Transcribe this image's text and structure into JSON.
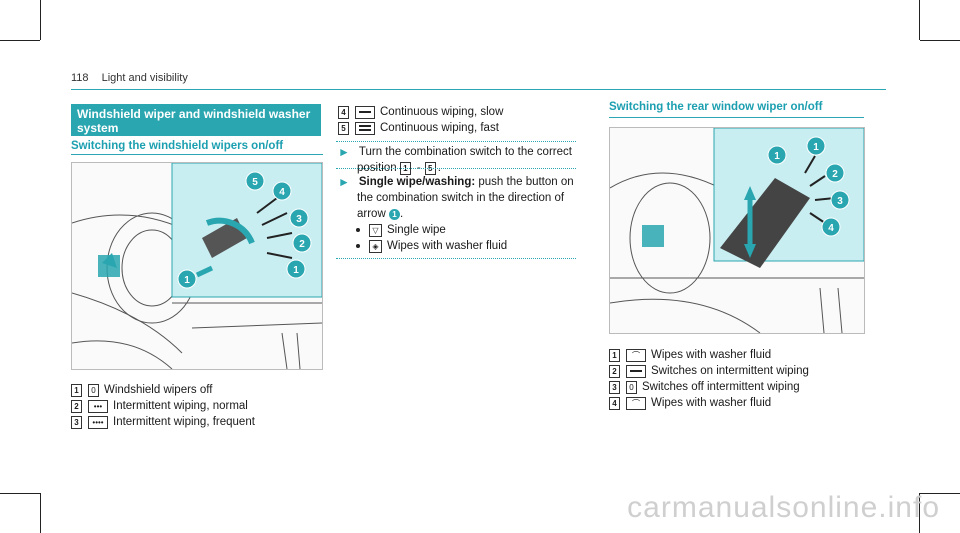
{
  "header": {
    "page_number": "118",
    "section": "Light and visibility"
  },
  "left": {
    "title_line1": "Windshield wiper and windshield washer",
    "title_line2": "system",
    "subtitle": "Switching the windshield wipers on/off",
    "callouts": [
      "1",
      "2",
      "3",
      "4",
      "5"
    ],
    "items": [
      {
        "key": "1",
        "symbol": "0",
        "text": "Windshield wipers off"
      },
      {
        "key": "2",
        "symbol": "•••",
        "text": "Intermittent wiping, normal"
      },
      {
        "key": "3",
        "symbol": "••••",
        "text": "Intermittent wiping, frequent"
      }
    ]
  },
  "middle": {
    "items": [
      {
        "key": "4",
        "text": "Continuous wiping, slow"
      },
      {
        "key": "5",
        "text": "Continuous wiping, fast"
      }
    ],
    "step1_line1": "Turn the combination switch to the correct",
    "step1_line2_a": "position",
    "step1_line2_k1": "1",
    "step1_line2_dash": "-",
    "step1_line2_k2": "5",
    "step1_line2_end": ".",
    "step2_bold": "Single wipe/washing:",
    "step2_line1_rest": " push the button on",
    "step2_line2": "the combination switch in the direction of",
    "step2_line3_a": "arrow",
    "step2_callout": "1",
    "step2_line3_end": ".",
    "bullets": [
      "Single wipe",
      "Wipes with washer fluid"
    ]
  },
  "right": {
    "subtitle": "Switching the rear window wiper on/off",
    "callouts": [
      "1",
      "1",
      "2",
      "3",
      "4"
    ],
    "items": [
      {
        "key": "1",
        "text": "Wipes with washer fluid"
      },
      {
        "key": "2",
        "text": "Switches on intermittent wiping"
      },
      {
        "key": "3",
        "symbol": "0",
        "text": "Switches off intermittent wiping"
      },
      {
        "key": "4",
        "text": "Wipes with washer fluid"
      }
    ]
  },
  "watermark": "carmanualsonline.info",
  "colors": {
    "accent": "#29a6b0",
    "figure_panel": "#c9eef2"
  }
}
